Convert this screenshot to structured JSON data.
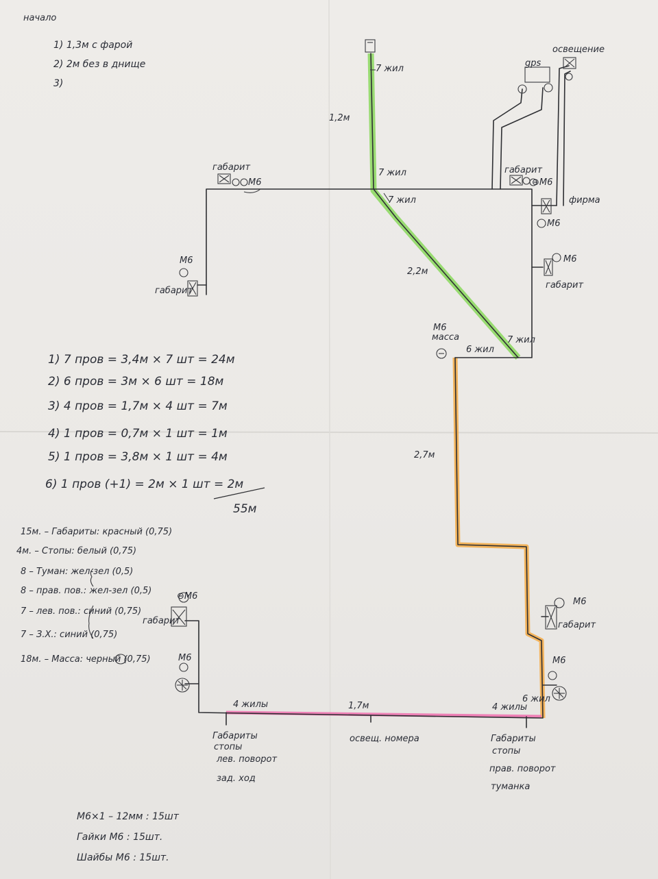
{
  "header": {
    "title": "начало",
    "items": [
      "1) 1,3м с фарой",
      "2) 2м без в днище",
      "3)"
    ]
  },
  "trunk_labels": {
    "wire_7_top": "7 жил",
    "length_top": "1,2м",
    "wire_7_junction": "7 жил",
    "wire_7_diag": "7 жил",
    "length_diag": "2,2м",
    "wire_7_bottom": "7 жил",
    "wire_6": "6 жил",
    "length_vertical": "2,7м",
    "rear_length": "1,7м",
    "rear_left_4": "4 жилы",
    "rear_right_4": "4 жилы",
    "rear_6": "6 жил"
  },
  "devices": {
    "gps": "gps",
    "lighting": "освещение",
    "fara": "фирма",
    "gabarit_top_left": "габарит",
    "gabarit_top_right": "габарит",
    "gabarit_left": "габарит",
    "gabarit_right": "габарит",
    "gabarit_rear_left": "габарит",
    "gabarit_rear_right": "габарит",
    "massa": "масса",
    "m6": "М6",
    "minus_m6": "⊖М6"
  },
  "calculations": [
    "1) 7 пров = 3,4м × 7 шт = 24м",
    "2) 6 пров = 3м × 6 шт = 18м",
    "3) 4 пров = 1,7м × 4 шт = 7м",
    "4) 1 пров = 0,7м × 1 шт = 1м",
    "5) 1 пров = 3,8м × 1 шт = 4м",
    "6) 1 пров (+1) = 2м × 1 шт = 2м"
  ],
  "calc_total": "55м",
  "legend": [
    "15м. – Габариты: красный (0,75)",
    "4м. – Стопы: белый (0,75)",
    "8 – Туман: жел-зел (0,5)",
    "8 – прав. пов.: жел-зел (0,5)",
    "7 – лев. пов.: синий (0,75)",
    "7 – З.Х.: синий (0,75)",
    "18м. – Масса: черный (0,75)"
  ],
  "rear_bottom": {
    "left": [
      "Габариты",
      "стопы",
      "лев. поворот",
      "зад. ход"
    ],
    "center": "освещ. номера",
    "right": [
      "Габариты",
      "стопы",
      "прав. поворот",
      "туманка"
    ]
  },
  "fasteners": [
    "М6×1 – 12мм :   15шт",
    "Гайки М6 :   15шт.",
    "Шайбы М6 :   15шт."
  ],
  "colors": {
    "green": "#7cd64a",
    "orange": "#f5a63a",
    "pink": "#ef6fae",
    "ink": "#2e2f33"
  }
}
